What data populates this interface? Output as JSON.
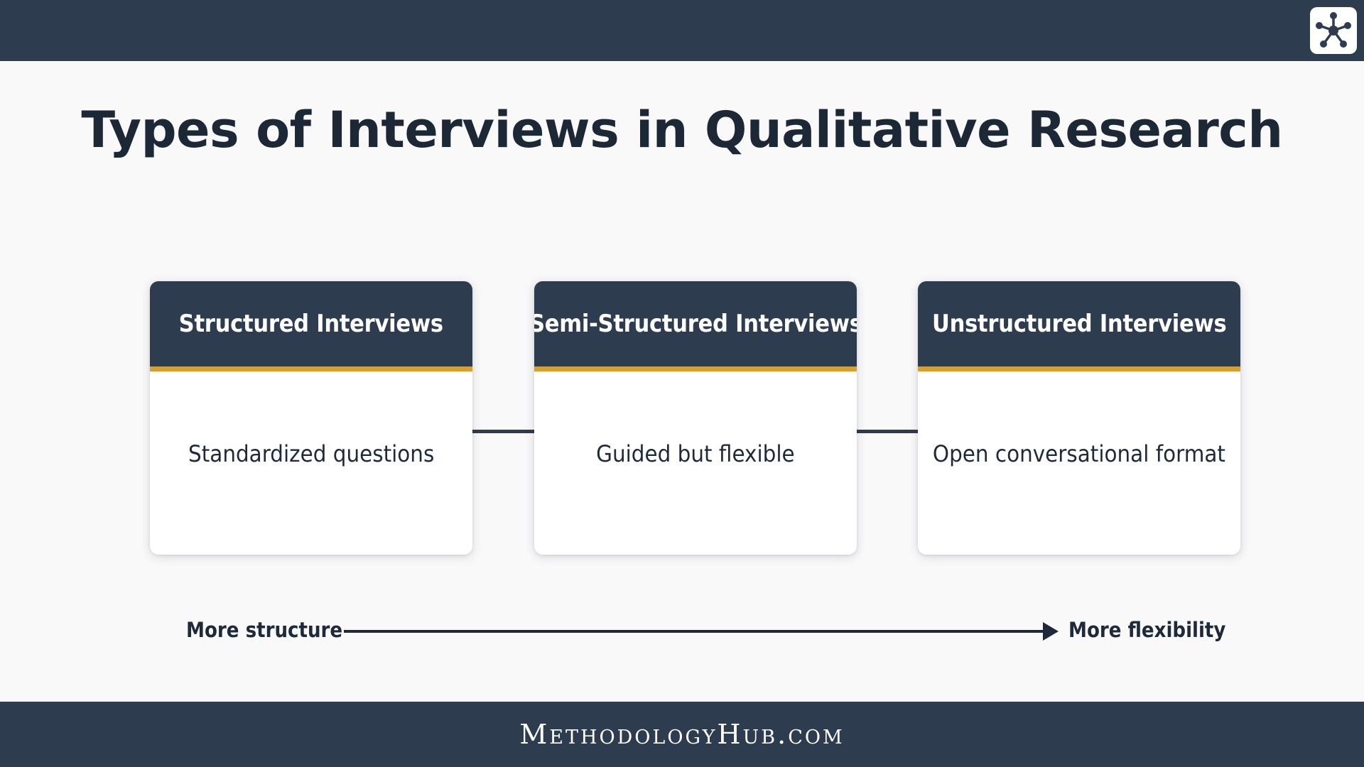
{
  "header": {
    "logo_icon": "network-hub-icon"
  },
  "title": "Types of Interviews in Qualitative Research",
  "cards": [
    {
      "title": "Structured Interviews",
      "description": "Standardized questions"
    },
    {
      "title": "Semi-Structured Interviews",
      "description": "Guided but flexible"
    },
    {
      "title": "Unstructured Interviews",
      "description": "Open conversational format"
    }
  ],
  "scale": {
    "left_label": "More structure",
    "right_label": "More flexibility"
  },
  "footer": {
    "site": "MethodologyHub.com"
  },
  "colors": {
    "navy": "#2e3c4f",
    "accent": "#d4a035",
    "background": "#f9f9fa"
  }
}
